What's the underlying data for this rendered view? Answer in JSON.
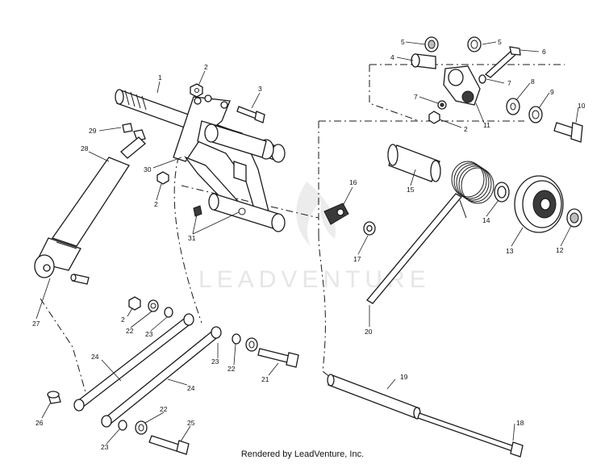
{
  "watermark": "LEADVENTURE",
  "footer": "Rendered by LeadVenture, Inc.",
  "labels": {
    "p1": "1",
    "p2a": "2",
    "p2b": "2",
    "p2c": "2",
    "p2d": "2",
    "p3": "3",
    "p4": "4",
    "p5a": "5",
    "p5b": "5",
    "p6": "6",
    "p7a": "7",
    "p7b": "7",
    "p8": "8",
    "p9": "9",
    "p10": "10",
    "p11": "11",
    "p12": "12",
    "p13": "13",
    "p14": "14",
    "p15": "15",
    "p16": "16",
    "p17": "17",
    "p18": "18",
    "p19": "19",
    "p20": "20",
    "p21": "21",
    "p22a": "22",
    "p22b": "22",
    "p22c": "22",
    "p23a": "23",
    "p23b": "23",
    "p23c": "23",
    "p24a": "24",
    "p24b": "24",
    "p25": "25",
    "p26": "26",
    "p27": "27",
    "p28": "28",
    "p29": "29",
    "p30": "30",
    "p31": "31"
  }
}
